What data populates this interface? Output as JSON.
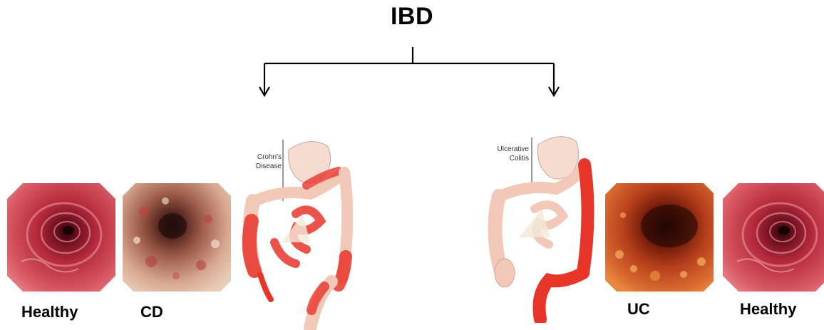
{
  "title": "IBD",
  "left_branch": {
    "colon_label_line1": "Crohn's",
    "colon_label_line2": "Disease",
    "images": [
      {
        "caption": "Healthy",
        "appearance": "healthy"
      },
      {
        "caption": "CD",
        "appearance": "crohns"
      }
    ]
  },
  "right_branch": {
    "colon_label_line1": "Ulcerative",
    "colon_label_line2": "Colitis",
    "images": [
      {
        "caption": "UC",
        "appearance": "ulcerative"
      },
      {
        "caption": "Healthy",
        "appearance": "healthy"
      }
    ]
  },
  "colors": {
    "inflamed": "#e8352a",
    "healthy_tissue": "#f2c9b8",
    "arrow": "#000000"
  }
}
